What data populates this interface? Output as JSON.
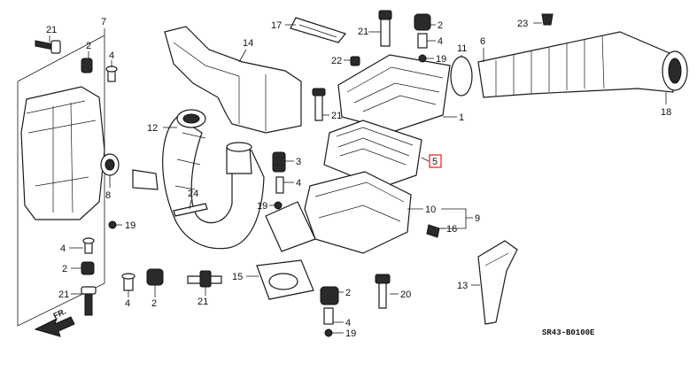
{
  "diagram": {
    "code": "SR43-B0100E",
    "direction_label": "FR.",
    "highlight_color": "#e02020",
    "callouts": {
      "c_21_a": "21",
      "c_7": "7",
      "c_2_a": "2",
      "c_4_a": "4",
      "c_8": "8",
      "c_4_b": "4",
      "c_2_b": "2",
      "c_21_b": "21",
      "c_19_a": "19",
      "c_4_c": "4",
      "c_2_c": "2",
      "c_21_c": "21",
      "c_24": "24",
      "c_12": "12",
      "c_14": "14",
      "c_17": "17",
      "c_21_d": "21",
      "c_22": "22",
      "c_2_d": "2",
      "c_4_d": "4",
      "c_19_b": "19",
      "c_21_e": "21",
      "c_3": "3",
      "c_4_e": "4",
      "c_19_c": "19",
      "c_1": "1",
      "c_5": "5",
      "c_10": "10",
      "c_9": "9",
      "c_16": "16",
      "c_23": "23",
      "c_11": "11",
      "c_6": "6",
      "c_18": "18",
      "c_15": "15",
      "c_2_e": "2",
      "c_4_f": "4",
      "c_19_d": "19",
      "c_20": "20",
      "c_13": "13"
    }
  }
}
